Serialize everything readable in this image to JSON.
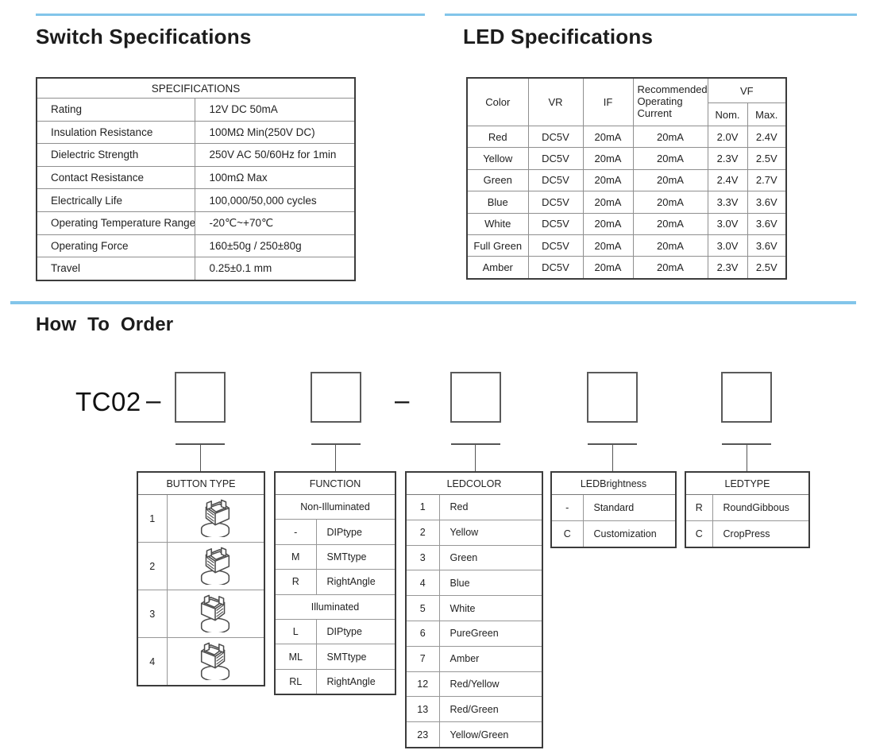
{
  "colors": {
    "accent_blue": "#82c5ea",
    "border_dark": "#3c3c3c",
    "text": "#1c1c1c"
  },
  "sections": {
    "switch_title": "Switch Specifications",
    "led_title": "LED Specifications",
    "order_title": "How To Order"
  },
  "switch_specs": {
    "header": "SPECIFICATIONS",
    "rows": [
      {
        "label": "Rating",
        "value": "12V DC 50mA"
      },
      {
        "label": "Insulation Resistance",
        "value": "100MΩ Min(250V DC)"
      },
      {
        "label": "Dielectric Strength",
        "value": "250V AC 50/60Hz for 1min"
      },
      {
        "label": "Contact Resistance",
        "value": "100mΩ Max"
      },
      {
        "label": "Electrically Life",
        "value": "100,000/50,000 cycles"
      },
      {
        "label": "Operating Temperature Range",
        "value": "-20℃~+70℃"
      },
      {
        "label": "Operating Force",
        "value": "160±50g / 250±80g"
      },
      {
        "label": "Travel",
        "value": "0.25±0.1 mm"
      }
    ]
  },
  "led_specs": {
    "headers": {
      "color": "Color",
      "vr": "VR",
      "if": "IF",
      "roc": "Recommended Operating Current",
      "vf": "VF",
      "nom": "Nom.",
      "max": "Max."
    },
    "rows": [
      {
        "color": "Red",
        "vr": "DC5V",
        "if": "20mA",
        "roc": "20mA",
        "nom": "2.0V",
        "max": "2.4V"
      },
      {
        "color": "Yellow",
        "vr": "DC5V",
        "if": "20mA",
        "roc": "20mA",
        "nom": "2.3V",
        "max": "2.5V"
      },
      {
        "color": "Green",
        "vr": "DC5V",
        "if": "20mA",
        "roc": "20mA",
        "nom": "2.4V",
        "max": "2.7V"
      },
      {
        "color": "Blue",
        "vr": "DC5V",
        "if": "20mA",
        "roc": "20mA",
        "nom": "3.3V",
        "max": "3.6V"
      },
      {
        "color": "White",
        "vr": "DC5V",
        "if": "20mA",
        "roc": "20mA",
        "nom": "3.0V",
        "max": "3.6V"
      },
      {
        "color": "Full Green",
        "vr": "DC5V",
        "if": "20mA",
        "roc": "20mA",
        "nom": "3.0V",
        "max": "3.6V"
      },
      {
        "color": "Amber",
        "vr": "DC5V",
        "if": "20mA",
        "roc": "20mA",
        "nom": "2.3V",
        "max": "2.5V"
      }
    ]
  },
  "order": {
    "prefix": "TC02",
    "dash": "–",
    "button_type": {
      "title": "BUTTON TYPE",
      "icon": "switch-cap-icon",
      "rows": [
        {
          "code": "1"
        },
        {
          "code": "2"
        },
        {
          "code": "3"
        },
        {
          "code": "4"
        }
      ]
    },
    "function": {
      "title": "FUNCTION",
      "group1": "Non-Illuminated",
      "group2": "Illuminated",
      "rows1": [
        {
          "code": "-",
          "label": "DIPtype"
        },
        {
          "code": "M",
          "label": "SMTtype"
        },
        {
          "code": "R",
          "label": "RightAngle"
        }
      ],
      "rows2": [
        {
          "code": "L",
          "label": "DIPtype"
        },
        {
          "code": "ML",
          "label": "SMTtype"
        },
        {
          "code": "RL",
          "label": "RightAngle"
        }
      ]
    },
    "led_color": {
      "title": "LEDCOLOR",
      "rows": [
        {
          "code": "1",
          "label": "Red"
        },
        {
          "code": "2",
          "label": "Yellow"
        },
        {
          "code": "3",
          "label": "Green"
        },
        {
          "code": "4",
          "label": "Blue"
        },
        {
          "code": "5",
          "label": "White"
        },
        {
          "code": "6",
          "label": "PureGreen"
        },
        {
          "code": "7",
          "label": "Amber"
        },
        {
          "code": "12",
          "label": "Red/Yellow"
        },
        {
          "code": "13",
          "label": "Red/Green"
        },
        {
          "code": "23",
          "label": "Yellow/Green"
        }
      ]
    },
    "led_brightness": {
      "title": "LEDBrightness",
      "rows": [
        {
          "code": "-",
          "label": "Standard"
        },
        {
          "code": "C",
          "label": "Customization"
        }
      ]
    },
    "led_type": {
      "title": "LEDTYPE",
      "rows": [
        {
          "code": "R",
          "label": "RoundGibbous"
        },
        {
          "code": "C",
          "label": "CropPress"
        }
      ]
    }
  }
}
